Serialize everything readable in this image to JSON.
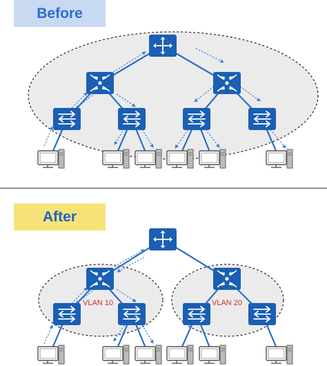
{
  "panels": {
    "before": {
      "label": "Before"
    },
    "after": {
      "label": "After"
    }
  },
  "vlans": {
    "vlan_a": "VLAN 10",
    "vlan_b": "VLAN 20"
  },
  "colors": {
    "device_blue": "#1a5fb4",
    "link_blue": "#2a6fc9",
    "broadcast_arrow": "#3b7dd8",
    "domain_fill": "#ebebeb",
    "divider": "#555555",
    "vlan_text": "#cc2b2b"
  },
  "icons": {
    "core": "core-router-icon",
    "aggregation": "aggregation-switch-icon",
    "access": "access-switch-icon",
    "host": "pc-icon"
  }
}
